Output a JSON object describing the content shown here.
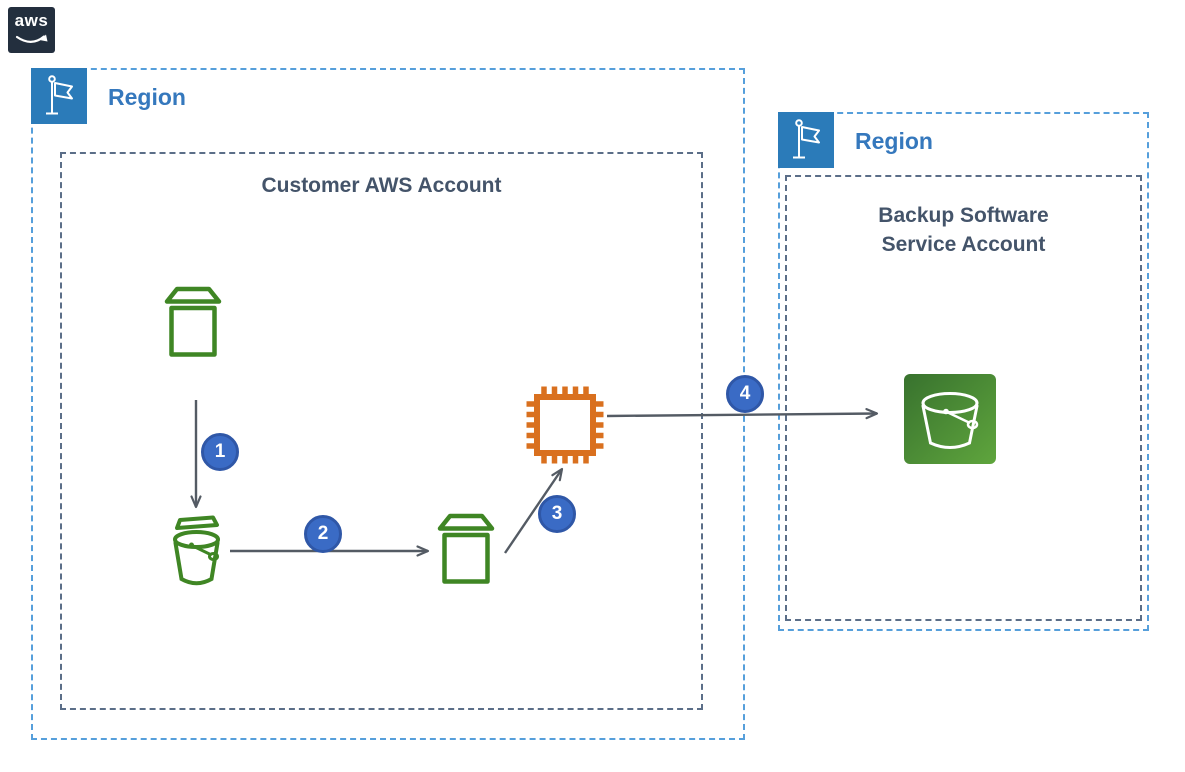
{
  "logo": {
    "text": "aws"
  },
  "left_region": {
    "label": "Region",
    "account": "Customer AWS Account"
  },
  "right_region": {
    "label": "Region",
    "account_line1": "Backup Software",
    "account_line2": "Service Account"
  },
  "steps": [
    "1",
    "2",
    "3",
    "4"
  ],
  "icons": {
    "logo_smile": "aws-smile-arrow-icon",
    "region_flag": "flag-icon",
    "source_storage": "s3-bucket-outline-icon",
    "backup_bucket": "s3-bucket-with-objects-outline-icon",
    "staging_storage": "s3-bucket-outline-icon",
    "compute": "processor-chip-icon",
    "destination_bucket": "s3-bucket-filled-icon",
    "connectors": "arrow-icon"
  },
  "colors": {
    "region_border": "#569FDB",
    "region_label": "#3578BD",
    "flag_background": "#2B7BB9",
    "account_border": "#5B6E88",
    "account_label": "#44546A",
    "icon_green": "#3F8624",
    "icon_orange": "#D9701F",
    "arrow_gray": "#545B64",
    "step_circle_fill": "#3A6BC5",
    "step_circle_border": "#2F57A7",
    "logo_background": "#232F3E",
    "s3_gradient_start": "#38722E",
    "s3_gradient_end": "#5FA53D"
  }
}
